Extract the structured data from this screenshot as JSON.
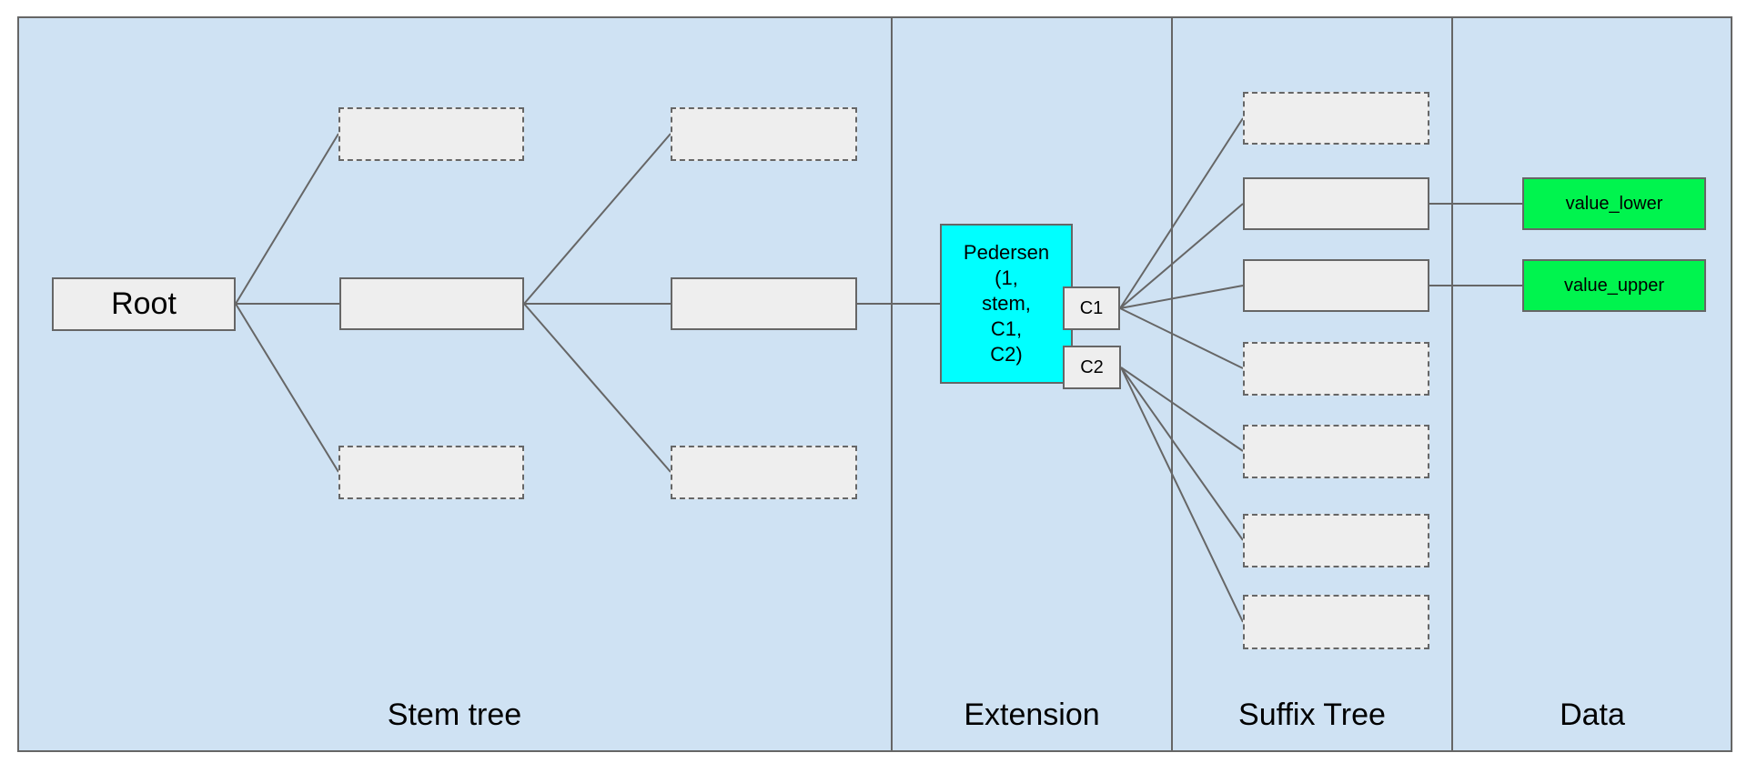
{
  "sections": [
    {
      "id": "stem",
      "label": "Stem tree"
    },
    {
      "id": "extension",
      "label": "Extension"
    },
    {
      "id": "suffix",
      "label": "Suffix Tree"
    },
    {
      "id": "data",
      "label": "Data"
    }
  ],
  "nodes": {
    "root": "Root",
    "pedersen": "Pedersen\n(1,\nstem,\nC1,\nC2)",
    "c1": "C1",
    "c2": "C2",
    "value_lower": "value_lower",
    "value_upper": "value_upper"
  },
  "colors": {
    "panel_background": "#cfe2f3",
    "node_fill": "#eeeeee",
    "stroke": "#666666",
    "pedersen_fill": "#00ffff",
    "value_fill": "#00f44e"
  }
}
